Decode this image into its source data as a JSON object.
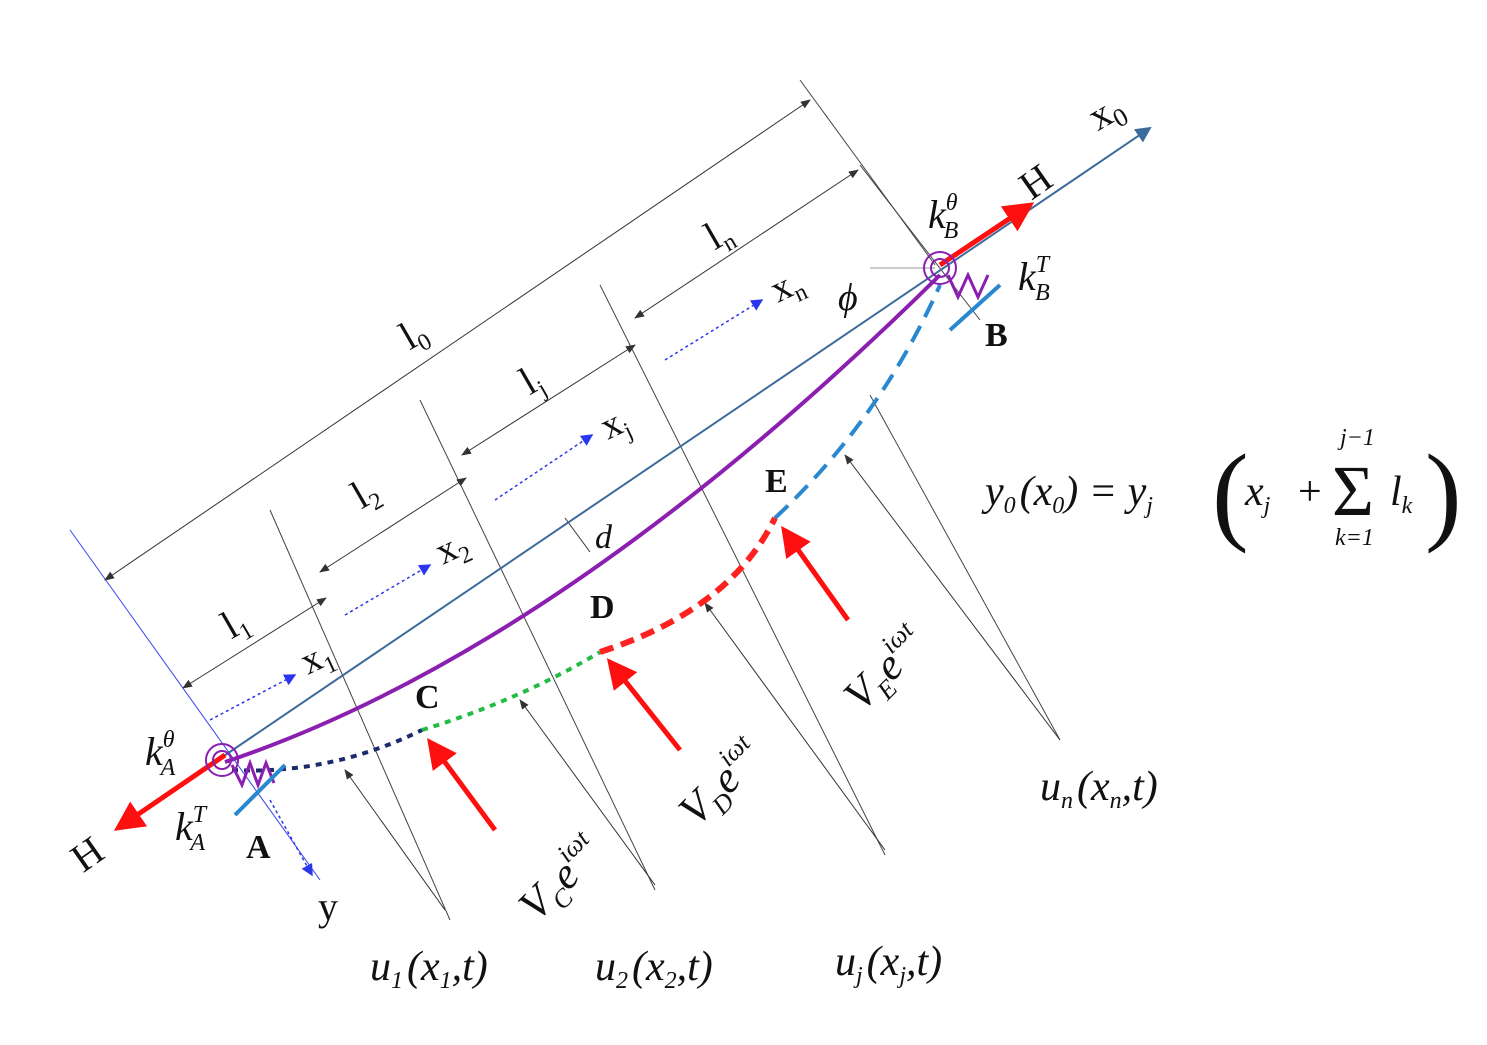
{
  "colors": {
    "chord": "#3b6b9a",
    "beam": "#8a1fb0",
    "force": "#ff1010",
    "seg1": "#1b2a6b",
    "seg2": "#22bb44",
    "seg3": "#ff2020",
    "seg4": "#2a88d0",
    "axis_local": "#2a35ee",
    "dim": "#333333"
  },
  "points": {
    "A": "A",
    "B": "B",
    "C": "C",
    "D": "D",
    "E": "E"
  },
  "axes": {
    "x0": {
      "base": "x",
      "sub": "0"
    },
    "y": "y"
  },
  "forces": {
    "H_left": "H",
    "H_right": "H"
  },
  "springs": {
    "kA_theta": {
      "base": "k",
      "sub": "A",
      "sup": "θ"
    },
    "kA_T": {
      "base": "k",
      "sub": "A",
      "sup": "T"
    },
    "kB_theta": {
      "base": "k",
      "sub": "B",
      "sup": "θ"
    },
    "kB_T": {
      "base": "k",
      "sub": "B",
      "sup": "T"
    }
  },
  "lengths": {
    "l0": {
      "base": "l",
      "sub": "0"
    },
    "l1": {
      "base": "l",
      "sub": "1"
    },
    "l2": {
      "base": "l",
      "sub": "2"
    },
    "lj": {
      "base": "l",
      "sub": "j"
    },
    "ln": {
      "base": "l",
      "sub": "n"
    }
  },
  "local_axes": {
    "x1": {
      "base": "x",
      "sub": "1"
    },
    "x2": {
      "base": "x",
      "sub": "2"
    },
    "xj": {
      "base": "x",
      "sub": "j"
    },
    "xn": {
      "base": "x",
      "sub": "n"
    }
  },
  "angle": "ϕ",
  "sag": "d",
  "loads": {
    "VC": {
      "base": "V",
      "sub": "C",
      "tail": "e",
      "sup": "iωt"
    },
    "VD": {
      "base": "V",
      "sub": "D",
      "tail": "e",
      "sup": "iωt"
    },
    "VE": {
      "base": "V",
      "sub": "E",
      "tail": "e",
      "sup": "iωt"
    }
  },
  "displacements": {
    "u1": {
      "base": "u",
      "sub": "1",
      "args": "(x",
      "asub": "1",
      "end": ",t)"
    },
    "u2": {
      "base": "u",
      "sub": "2",
      "args": "(x",
      "asub": "2",
      "end": ",t)"
    },
    "uj": {
      "base": "u",
      "sub": "j",
      "args": "(x",
      "asub": "j",
      "end": ",t)"
    },
    "un": {
      "base": "u",
      "sub": "n",
      "args": "(x",
      "asub": "n",
      "end": ",t)"
    }
  },
  "formula": {
    "lhs": "y",
    "lhs_sub": "0",
    "lhs_arg": "(x",
    "lhs_arg_sub": "0",
    "eq": ") = y",
    "rhs_sub": "j",
    "open": "(",
    "x": "x",
    "x_sub": "j",
    "plus": "+",
    "sum": "Σ",
    "sum_top": "j−1",
    "sum_bottom": "k=1",
    "term": "l",
    "term_sub": "k",
    "close": ")"
  }
}
